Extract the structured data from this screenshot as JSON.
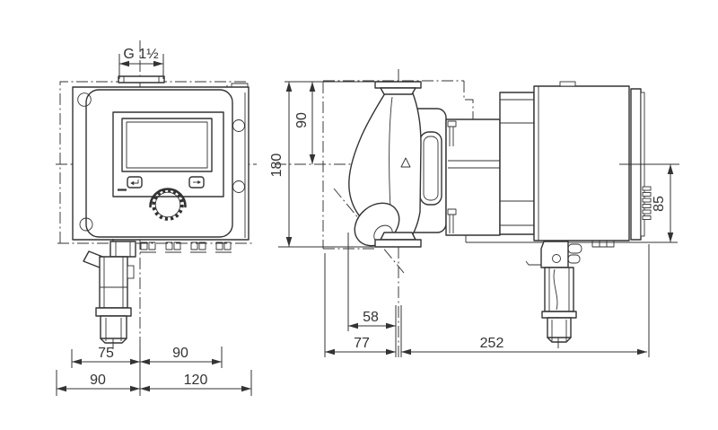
{
  "front_view": {
    "thread_size_label": "G 1½",
    "dimensions": {
      "gland_axis_to_pipe_axis": "75",
      "pipe_axis_to_right_hole": "90",
      "shell_left_to_pipe_axis": "90",
      "pipe_axis_to_shell_right": "120"
    }
  },
  "side_view": {
    "dimensions": {
      "port_face_to_center": "90",
      "port_to_port_length": "180",
      "volute_front_to_pipe_axis_inner": "58",
      "shell_front_to_pipe_axis": "77",
      "pipe_axis_to_module_rear": "252",
      "center_to_module_bottom": "85"
    }
  }
}
